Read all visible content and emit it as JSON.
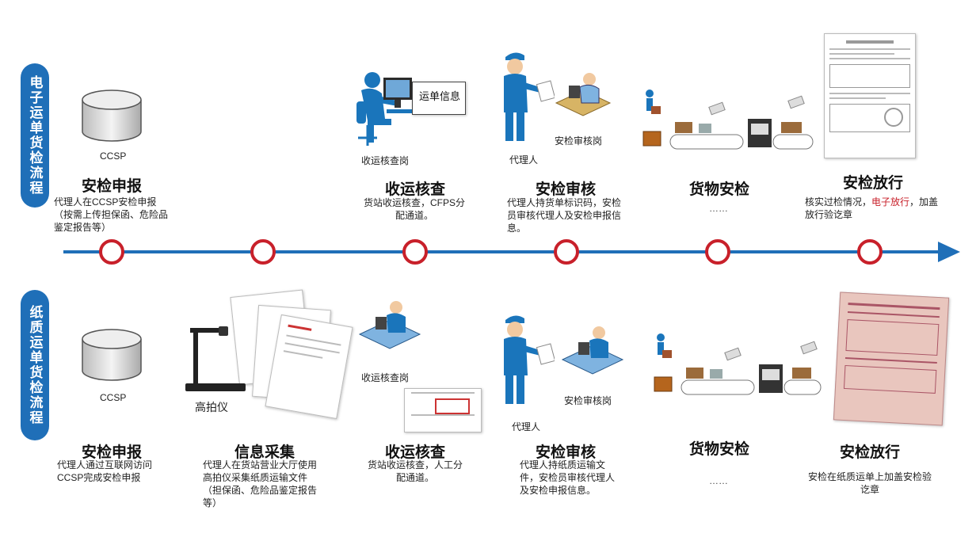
{
  "lanes": {
    "electronic": "电子运单货检流程",
    "paper": "纸质运单货检流程"
  },
  "top": {
    "s1": {
      "icon_label": "CCSP",
      "title": "安检申报",
      "desc": "代理人在CCSP安检申报（按需上传担保函、危险品鉴定报告等）"
    },
    "s2": {
      "doc_label": "运单信息",
      "icon_label": "收运核查岗",
      "title": "收运核查",
      "desc": "货站收运核查，CFPS分配通道。"
    },
    "s3": {
      "agent_label": "代理人",
      "post_label": "安检审核岗",
      "title": "安检审核",
      "desc": "代理人持货单标识码，安检员审核代理人及安检申报信息。"
    },
    "s4": {
      "title": "货物安检",
      "dots": "……"
    },
    "s5": {
      "title": "安检放行",
      "desc_pre": "核实过检情况，",
      "desc_red": "电子放行",
      "desc_post": "，加盖放行验讫章"
    }
  },
  "bottom": {
    "s1": {
      "icon_label": "CCSP",
      "title": "安检申报",
      "desc": "代理人通过互联网访问CCSP完成安检申报"
    },
    "s2": {
      "icon_label": "高拍仪",
      "title": "信息采集",
      "desc": "代理人在货站营业大厅使用高拍仪采集纸质运输文件（担保函、危险品鉴定报告等）"
    },
    "s3": {
      "icon_label": "收运核查岗",
      "title": "收运核查",
      "desc": "货站收运核查，人工分配通道。"
    },
    "s4": {
      "agent_label": "代理人",
      "post_label": "安检审核岗",
      "title": "安检审核",
      "desc": "代理人持纸质运输文件，安检员审核代理人及安检申报信息。"
    },
    "s5": {
      "title": "货物安检",
      "dots": "……"
    },
    "s6": {
      "title": "安检放行",
      "desc": "安检在纸质运单上加盖安检验讫章"
    }
  },
  "colors": {
    "accent": "#1f6fb8",
    "node": "#c8202a",
    "figure": "#1a75bb"
  }
}
